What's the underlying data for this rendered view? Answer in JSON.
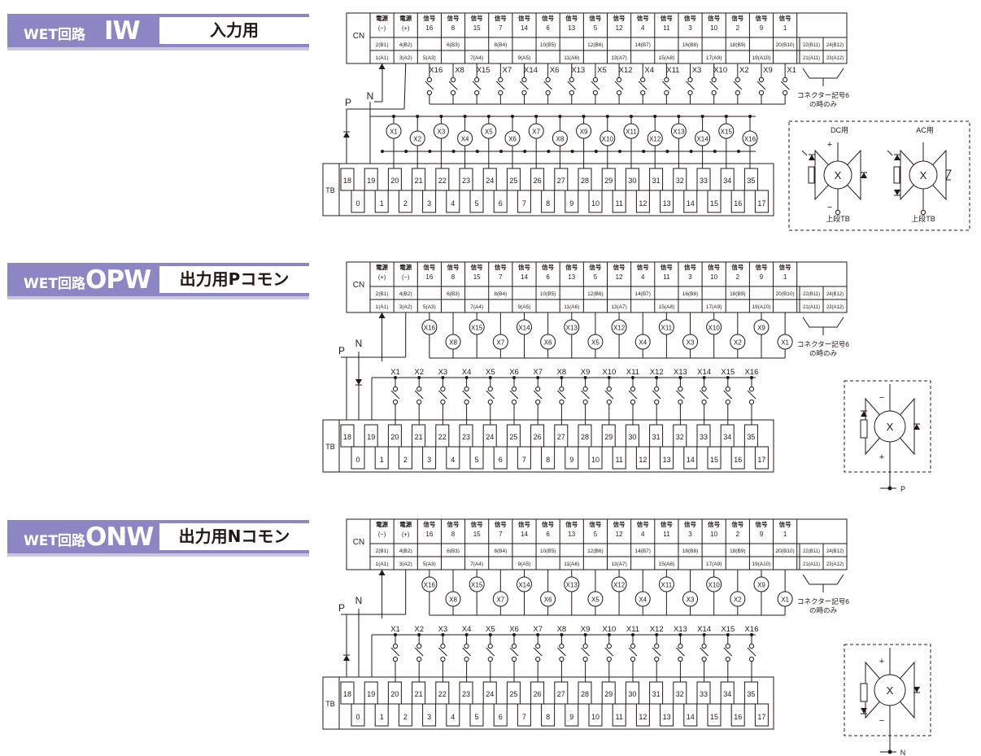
{
  "common": {
    "cn_label": "CN",
    "tb_label": "TB",
    "signal_word": "信号",
    "signals": [
      "16",
      "8",
      "15",
      "7",
      "14",
      "6",
      "13",
      "5",
      "12",
      "4",
      "11",
      "3",
      "10",
      "2",
      "9",
      "1"
    ],
    "pins_top": [
      "2(B1)",
      "4(B2)",
      "",
      "6(B3)",
      "",
      "8(B4)",
      "",
      "10(B5)",
      "",
      "12(B6)",
      "",
      "14(B7)",
      "",
      "16(B8)",
      "",
      "18(B9)",
      "",
      "20(B10)"
    ],
    "pins_bottom": [
      "1(A1)",
      "3(A2)",
      "5(A3)",
      "",
      "7(A4)",
      "",
      "9(A5)",
      "",
      "11(A6)",
      "",
      "13(A7)",
      "",
      "15(A8)",
      "",
      "17(A9)",
      "",
      "19(A10)",
      ""
    ],
    "ext_top": [
      "22(B11)",
      "24(B12)"
    ],
    "ext_bottom": [
      "21(A11)",
      "23(A12)"
    ],
    "connector_note_1": "コネクター記号6",
    "connector_note_2": "の時のみ",
    "tb_top_terms": [
      "18",
      "19",
      "20",
      "21",
      "22",
      "23",
      "24",
      "25",
      "26",
      "27",
      "28",
      "29",
      "30",
      "31",
      "32",
      "33",
      "34",
      "35"
    ],
    "tb_bottom_terms": [
      "0",
      "1",
      "2",
      "3",
      "4",
      "5",
      "6",
      "7",
      "8",
      "9",
      "10",
      "11",
      "12",
      "13",
      "14",
      "15",
      "16",
      "17"
    ],
    "switch_labels_iw": [
      "X16",
      "X8",
      "X15",
      "X7",
      "X14",
      "X6",
      "X13",
      "X5",
      "X12",
      "X4",
      "X11",
      "X3",
      "X10",
      "X2",
      "X9",
      "X1"
    ],
    "load_labels_iw": [
      "X1",
      "X2",
      "X3",
      "X4",
      "X5",
      "X6",
      "X7",
      "X8",
      "X9",
      "X10",
      "X11",
      "X12",
      "X13",
      "X14",
      "X15",
      "X16"
    ],
    "load_labels_out": [
      "X16",
      "X8",
      "X15",
      "X7",
      "X14",
      "X6",
      "X13",
      "X5",
      "X12",
      "X4",
      "X11",
      "X3",
      "X10",
      "X2",
      "X9",
      "X1"
    ],
    "switch_labels_out": [
      "X1",
      "X2",
      "X3",
      "X4",
      "X5",
      "X6",
      "X7",
      "X8",
      "X9",
      "X10",
      "X11",
      "X12",
      "X13",
      "X14",
      "X15",
      "X16"
    ],
    "p_label": "P",
    "n_label": "N",
    "inset_x": "X",
    "plus": "+",
    "minus": "−"
  },
  "sections": [
    {
      "id": "iw",
      "prefix": "WET回路",
      "code": "IW",
      "title": "入力用",
      "power_label": "電源",
      "power1": "(−)",
      "power2": "(+)",
      "inset": {
        "dc_label": "DC用",
        "ac_label": "AC用",
        "tb_label_1": "上段TB",
        "tb_label_2": "上段TB"
      }
    },
    {
      "id": "opw",
      "prefix": "WET回路",
      "code": "OPW",
      "title": "出力用Pコモン",
      "power_label": "電源",
      "power1": "(+)",
      "power2": "(−)",
      "inset": {
        "rail_label": "P"
      }
    },
    {
      "id": "onw",
      "prefix": "WET回路",
      "code": "ONW",
      "title": "出力用Nコモン",
      "power_label": "電源",
      "power1": "(−)",
      "power2": "(+)",
      "inset": {
        "rail_label": "N"
      }
    }
  ],
  "colors": {
    "badge": "#8c86c4",
    "badge_line": "#c9c6e2",
    "line": "#231815"
  }
}
